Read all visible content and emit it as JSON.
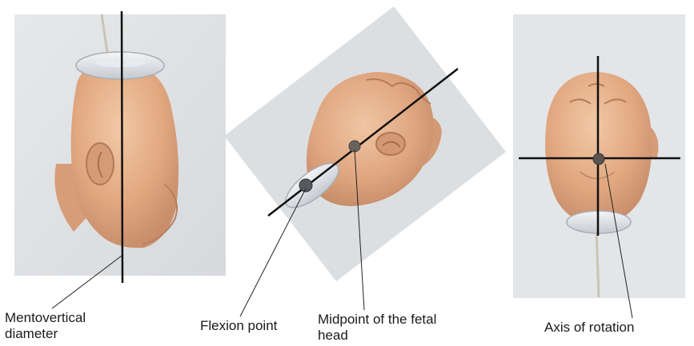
{
  "labels": {
    "mentovertical_line1": "Mentovertical",
    "mentovertical_line2": "diameter",
    "flexion_point": "Flexion point",
    "midpoint_line1": "Midpoint of the fetal",
    "midpoint_line2": "head",
    "axis_of_rotation": "Axis of rotation"
  }
}
